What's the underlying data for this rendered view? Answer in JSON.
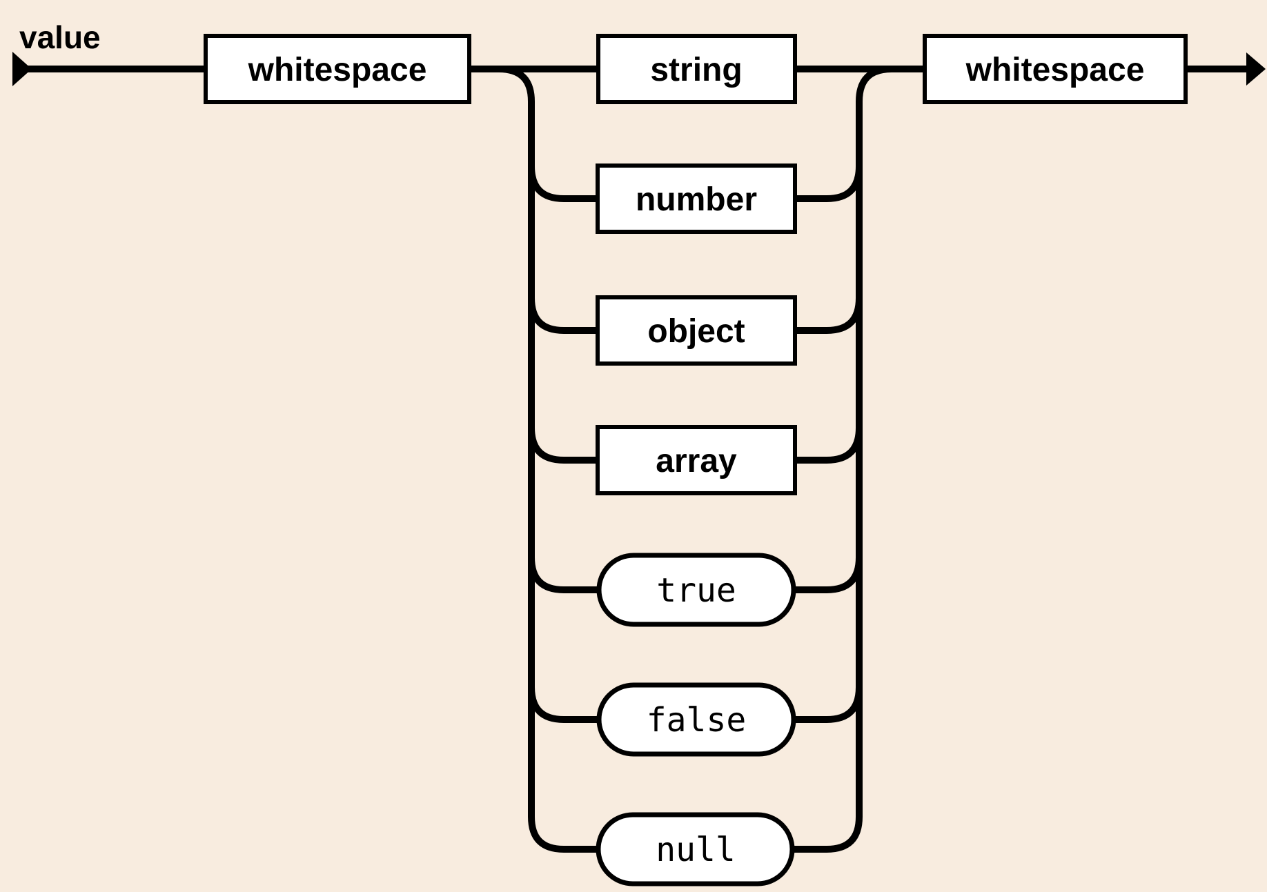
{
  "diagram": {
    "title": "value",
    "colors": {
      "background": "#f8ecdf",
      "line": "#000000",
      "box_fill": "#ffffff"
    },
    "entry_node": {
      "label": "whitespace",
      "kind": "nonterminal"
    },
    "exit_node": {
      "label": "whitespace",
      "kind": "nonterminal"
    },
    "branches": [
      {
        "label": "string",
        "kind": "nonterminal"
      },
      {
        "label": "number",
        "kind": "nonterminal"
      },
      {
        "label": "object",
        "kind": "nonterminal"
      },
      {
        "label": "array",
        "kind": "nonterminal"
      },
      {
        "label": "true",
        "kind": "terminal"
      },
      {
        "label": "false",
        "kind": "terminal"
      },
      {
        "label": "null",
        "kind": "terminal"
      }
    ]
  }
}
